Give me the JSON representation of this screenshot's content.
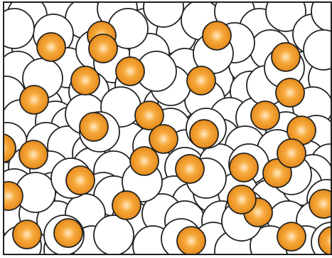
{
  "diagram": {
    "type": "particle-packing",
    "background": "#ffffff",
    "border_color": "#222222",
    "matrix_particle": {
      "fill": "#ffffff",
      "stroke": "#222222",
      "count": 122
    },
    "dopant_particle": {
      "fill_highlight": "#ffe9c2",
      "fill_mid": "#f7a93b",
      "fill_edge": "#e48a1c",
      "stroke": "#222222",
      "count": 34
    }
  }
}
